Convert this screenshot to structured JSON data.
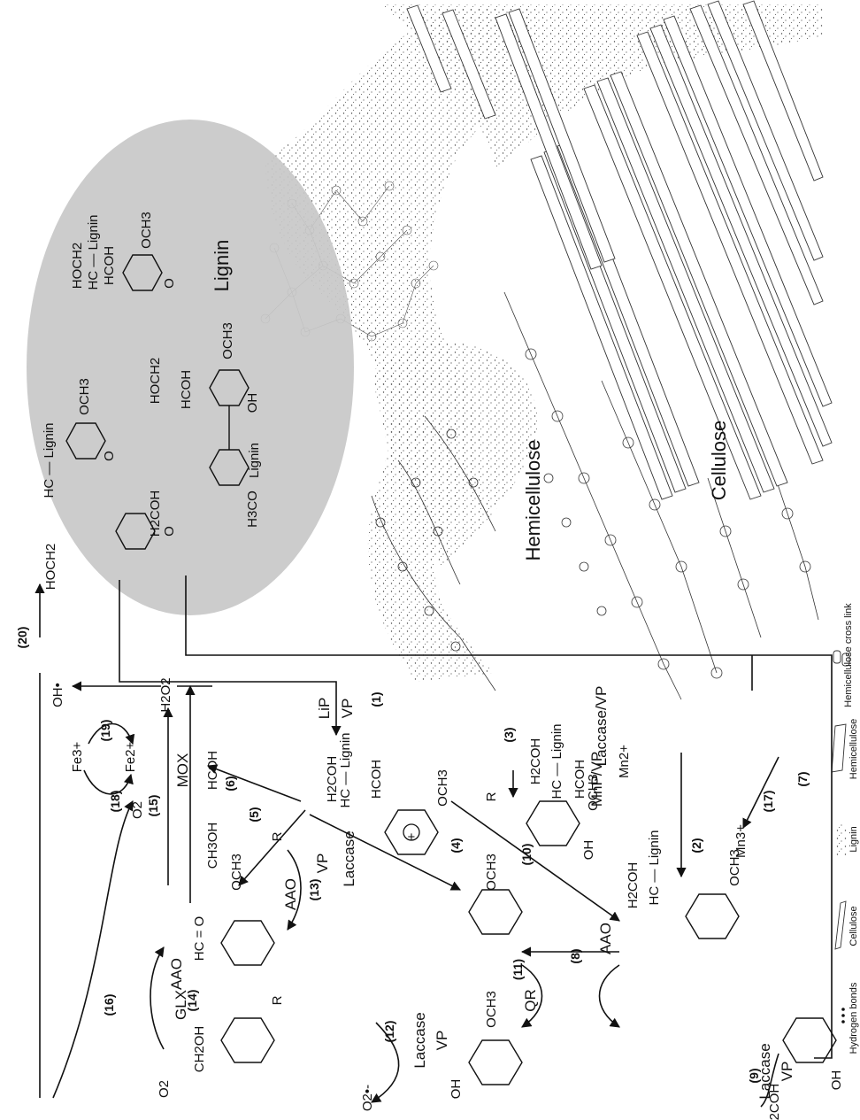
{
  "figure": {
    "regions": {
      "lignin": "Lignin",
      "hemicellulose": "Hemicellulose",
      "cellulose": "Cellulose"
    },
    "legend": [
      {
        "label": "Hydrogen bonds",
        "icon": "dots-icon"
      },
      {
        "label": "Cellulose",
        "icon": "cellulose-fibre-icon"
      },
      {
        "label": "Lignin",
        "icon": "lignin-cloud-icon"
      },
      {
        "label": "Hemicellulose",
        "icon": "hemicellulose-fibre-icon"
      },
      {
        "label": "Hemicellulose cross link",
        "icon": "cross-link-icon"
      }
    ],
    "steps": [
      "(1)",
      "(2)",
      "(3)",
      "(4)",
      "(5)",
      "(6)",
      "(7)",
      "(8)",
      "(9)",
      "(10)",
      "(11)",
      "(12)",
      "(13)",
      "(14)",
      "(15)",
      "(16)",
      "(17)",
      "(18)",
      "(19)",
      "(20)"
    ],
    "enzymes": {
      "lip": "LiP",
      "vp": "VP",
      "laccase_vp": "Laccase/VP",
      "mnp_vp": "MnP/VP",
      "laccase": "Laccase",
      "aao": "AAO",
      "glx": "GLX",
      "mox": "MOX",
      "qr": "QR"
    },
    "species": {
      "h2o2": "H2O2",
      "oh_radical": "OH•",
      "fe3": "Fe3+",
      "fe2": "Fe2+",
      "o2": "O2",
      "superoxide": "O2•-",
      "mn3": "Mn3+",
      "mn2": "Mn2+",
      "methanol": "CH3OH",
      "formaldehyde": "HCOH",
      "h2coh": "H2COH",
      "hoch2": "HOCH2",
      "hcoh": "HCOH",
      "hc_lignin": "HC — Lignin",
      "och3": "OCH3",
      "aldehyde": "HC = O",
      "ch2oh": "CH2OH",
      "r": "R",
      "oh": "OH",
      "o": "O",
      "h3co": "H3CO",
      "lignin": "Lignin"
    }
  }
}
